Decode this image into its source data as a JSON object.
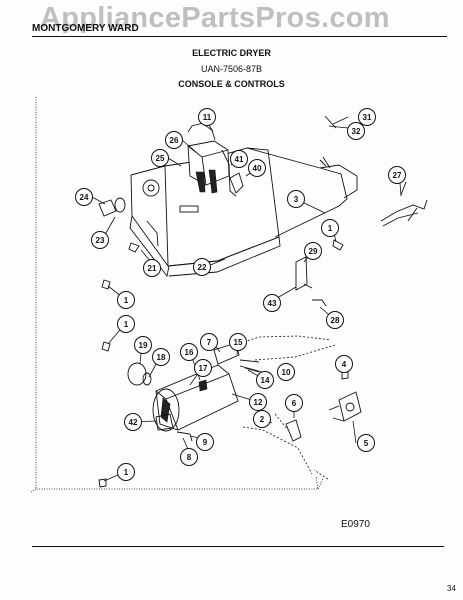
{
  "header": {
    "brand": "MONTGOMERY WARD",
    "title": "ELECTRIC DRYER",
    "model": "UAN-7506-87B",
    "section": "CONSOLE & CONTROLS"
  },
  "watermark": "AppliancePartsPros.com",
  "diagram_code": "E0970",
  "corner_mark": "34",
  "callouts": [
    "11",
    "31",
    "32",
    "26",
    "41",
    "25",
    "40",
    "27",
    "24",
    "3",
    "1",
    "23",
    "29",
    "21",
    "22",
    "43",
    "1",
    "28",
    "1",
    "7",
    "15",
    "19",
    "18",
    "16",
    "17",
    "10",
    "14",
    "4",
    "12",
    "42",
    "2",
    "6",
    "9",
    "8",
    "5",
    "1"
  ]
}
